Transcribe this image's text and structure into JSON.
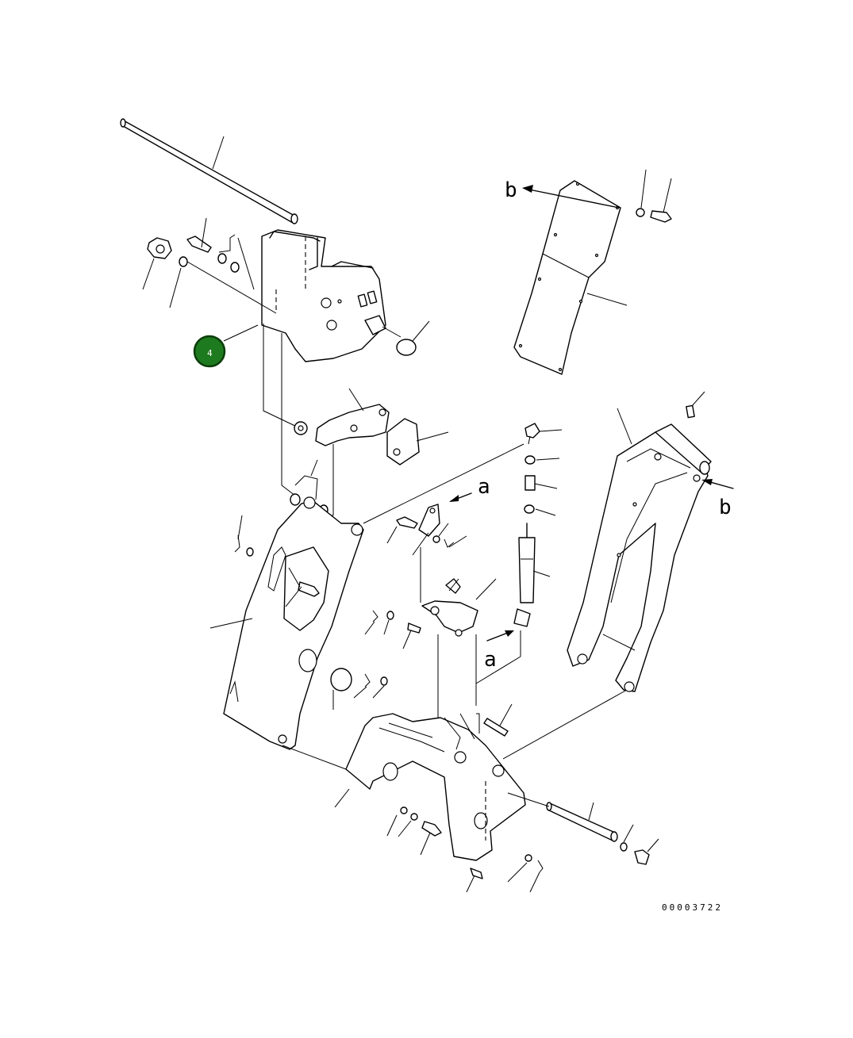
{
  "diagram": {
    "callout": {
      "label": "4",
      "color": "#1e7a1e",
      "border": "#0b3d0b"
    },
    "view_markers": {
      "a": "a",
      "b": "b"
    },
    "drawing_number": "00003722"
  }
}
